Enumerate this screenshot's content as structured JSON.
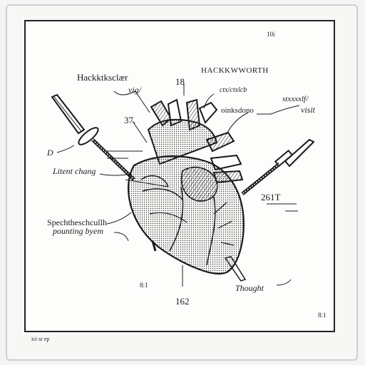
{
  "labels": {
    "top_left_title": "Hackktksclær",
    "top_right_title": "HACKKWWORTH",
    "corner_top_right": "10i",
    "label_vig": "vig/",
    "label_18": "18",
    "label_ctx": "ctx/ctxlcb",
    "label_oinks": "oinksdono",
    "label_right_top": "stxxxxlf/",
    "label_visit": "visit",
    "label_37": "37.",
    "label_d": "D",
    "label_latent": "Litent chang",
    "label_2617": "261T",
    "label_spec1": "Spechtheschcullh",
    "label_spec2": "pounting byem",
    "label_thought": "Thought",
    "label_81_left": "8:1",
    "label_162": "162",
    "label_81_right": "8:1",
    "footer_code": "ici sr ep"
  },
  "colors": {
    "ink": "#1a1a1a",
    "paper": "#fdfdfb",
    "heart_dark": "#2b2b2b",
    "heart_mid": "#555555"
  }
}
